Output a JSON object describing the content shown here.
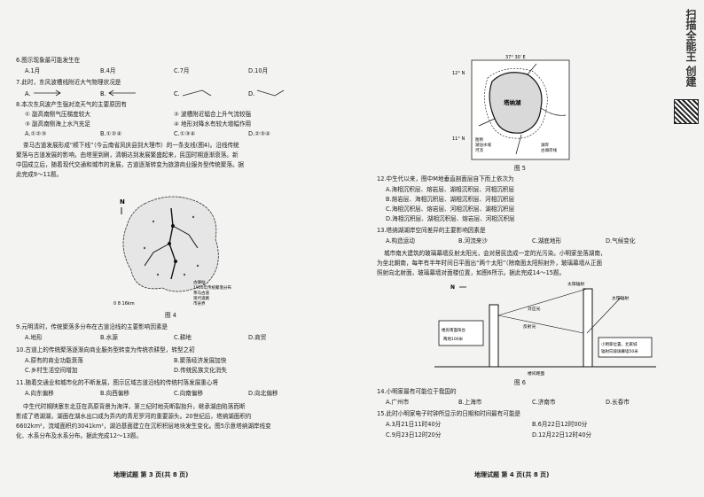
{
  "left": {
    "q6": {
      "stem": "6.图示现象最可能发生在",
      "opts": [
        "A.1月",
        "B.4月",
        "C.7月",
        "D.10月"
      ]
    },
    "q7": {
      "stem": "7.此时，东风波槽线附近大气物理状况是"
    },
    "q8": {
      "stem": "8.本次东风波产生强对流天气的主要原因有",
      "items": [
        "① 副高南侧气压梯度较大",
        "② 波槽附近辐合上升气流较强",
        "③ 副高南侧海上水汽充足",
        "④ 地形对降水有较大增幅作用"
      ],
      "opts": [
        "A.①②③",
        "B.①②④",
        "C.①③④",
        "D.②③④"
      ]
    },
    "passage1": [
      "茶马古道发展形成“顺下线”（今云南省凤庆县到大理市）的一条支线(图4)。沿线传统",
      "聚落与古道发展的影响，由塔里到刷，清朝达到发展繁盛起来，民国时期逐渐衰落。新",
      "中国成立后，随着现代交通和城市的发展，古道逐渐转变为旅游商业服务型传统聚落。据",
      "此完成9～11题。"
    ],
    "fig4": {
      "caption": "图 4",
      "scale": "0   8   16km",
      "legend": [
        "古驿站",
        "1950年传统聚落分布",
        "茶马古道",
        "现代道路",
        "市县界"
      ],
      "north": "N"
    },
    "q9": {
      "stem": "9.元明清时，传统聚落多分布在古道沿线的主要影响因素是",
      "opts": [
        "A.地形",
        "B.水源",
        "C.耕地",
        "D.商贸"
      ]
    },
    "q10": {
      "stem": "10.古道上的传统聚落逐渐向商业服务型转变为传统农耕型，转型之初",
      "opts": [
        "A.原有的商业功能衰落",
        "B.聚落经济发展加快",
        "C.乡村生活空间增加",
        "D.传统民族文化消失"
      ]
    },
    "q11": {
      "stem": "11.随着交通业和城市化的不断发展，图示区域古道沿线的传统村落发展重心将",
      "opts": [
        "A.向东偏移",
        "B.向西偏移",
        "C.向南偏移",
        "D.向北偏移"
      ]
    },
    "passage2": [
      "中生代时期陕塞东北亚在高原背景为海洋，第三纪时地壳断裂抬升，继承湖由陷落而断",
      "影成了塔湖湖，湖面在湖水出口成为弄内的青尼罗河的重要源头。20世纪后，塔纳湖面积约",
      "6602km²，流域面积约3041km²，湖泊基面建立在沉积积层地块发生变化。图5示意塔纳湖岸线变",
      "化、水系分布及水系分布。据此完成12～13题。"
    ],
    "footer": "地理试题  第 3 页(共 8 页)"
  },
  "right": {
    "fig5": {
      "caption": "图 5",
      "lat_top": "12° N",
      "lat_bottom": "11° N",
      "lon": "37° 30′ E",
      "lake": "塔纳湖",
      "legend": [
        "图例",
        "湖泊水域",
        "河流",
        "湖岸",
        "古湖岸线"
      ]
    },
    "q12": {
      "stem": "12.中生代以来，图中M地垂直剖面层自下而上依次为",
      "opts": [
        "A.海相沉积层、熔岩层、湖相沉积层、河相沉积层",
        "B.熔岩层、海相沉积层、湖相沉积层、河相沉积层",
        "C.海相沉积层、熔岩层、河相沉积层、湖相沉积层",
        "D.海相沉积层、湖相沉积层、熔岩层、河相沉积层"
      ]
    },
    "q13": {
      "stem": "13.塔纳湖湖岸空间差异的主要影响因素是",
      "opts": [
        "A.构造运动",
        "B.河流来沙",
        "C.湖底地形",
        "D.气候变化"
      ]
    },
    "passage3": [
      "城市南大建筑的玻璃幕墙反射太阳光，会对居民造成一定的光污染。小明家坐落湖南，",
      "为坐北朝南，每年有半年时间日平面出“两个太阳”（除南面太阳照射外，玻璃幕墙从正面",
      "照射向北射面，玻璃幕墙对面楼位置，如图6所示。据此完成14～15题。"
    ],
    "fig6": {
      "caption": "图 6",
      "left_bldg": "楼房南面阳台\n两地100米",
      "sun": "太阳辐射",
      "ray1": "对应光",
      "ray2": "反射光",
      "ray3": "太阳辐射",
      "info": "小明家位置，北家城\n辐射向玻璃幕墙50米",
      "ground": "楼间距面",
      "dir": "N"
    },
    "q14": {
      "stem": "14.小明家最有可能位于我国的",
      "opts": [
        "A.广州市",
        "B.上海市",
        "C.济南市",
        "D.长春市"
      ]
    },
    "q15": {
      "stem": "15.此时小明家电子时钟所显示的日期和时间最有可能是",
      "opts": [
        "A.3月21日11时40分",
        "B.6月22日12时00分",
        "C.9月23日12时20分",
        "D.12月22日12时40分"
      ]
    },
    "footer": "地理试题  第 4 页(共 8 页)"
  },
  "watermark": {
    "text": "扫描全能王 创建"
  }
}
